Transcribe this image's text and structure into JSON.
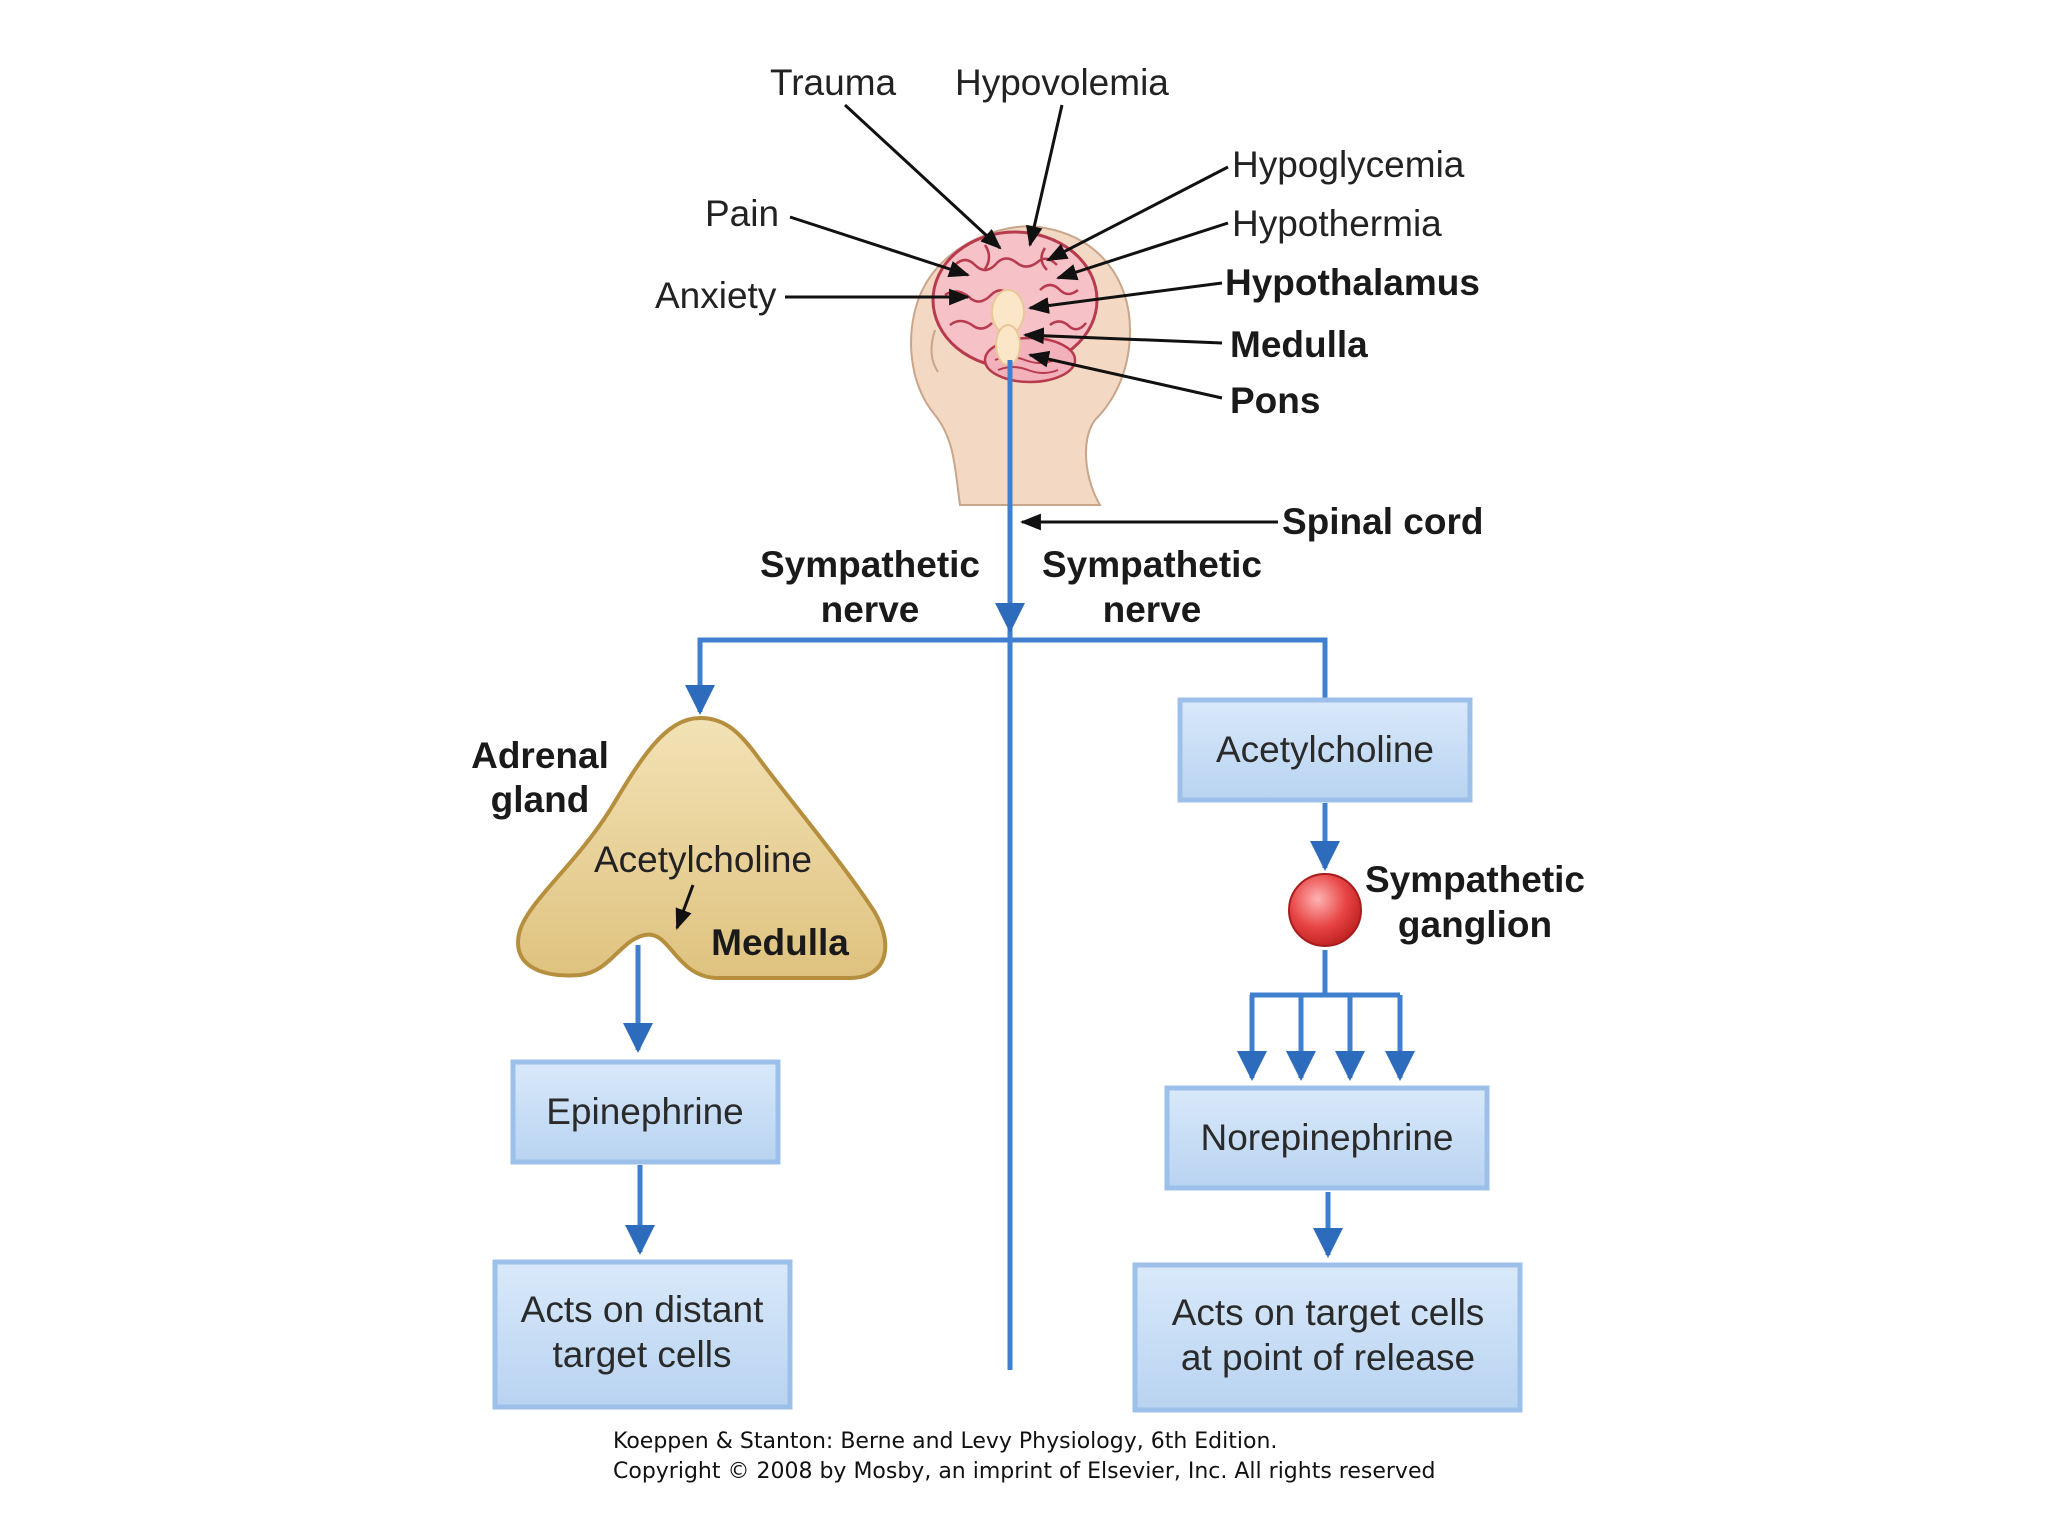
{
  "stimuli": {
    "trauma": "Trauma",
    "hypovolemia": "Hypovolemia",
    "hypoglycemia": "Hypoglycemia",
    "hypothermia": "Hypothermia",
    "pain": "Pain",
    "anxiety": "Anxiety"
  },
  "brain_regions": {
    "hypothalamus": "Hypothalamus",
    "medulla": "Medulla",
    "pons": "Pons",
    "spinal_cord": "Spinal cord"
  },
  "nerves": {
    "left_line1": "Sympathetic",
    "left_line2": "nerve",
    "right_line1": "Sympathetic",
    "right_line2": "nerve"
  },
  "adrenal": {
    "label_line1": "Adrenal",
    "label_line2": "gland",
    "acetylcholine": "Acetylcholine",
    "medulla": "Medulla"
  },
  "left_pathway": {
    "epinephrine": "Epinephrine",
    "acts_line1": "Acts on distant",
    "acts_line2": "target cells"
  },
  "right_pathway": {
    "acetylcholine": "Acetylcholine",
    "ganglion_line1": "Sympathetic",
    "ganglion_line2": "ganglion",
    "norepinephrine": "Norepinephrine",
    "acts_line1": "Acts on target cells",
    "acts_line2": "at point of release"
  },
  "caption": {
    "line1": "Koeppen & Stanton: Berne and Levy Physiology, 6th Edition.",
    "line2": "Copyright © 2008 by Mosby, an imprint of Elsevier, Inc. All rights reserved"
  },
  "colors": {
    "nerve_blue": "#3f7fcf",
    "box_fill": "#c9dff6",
    "gland_fill": "#e8d39a",
    "ganglion_red": "#e03a3a",
    "skin": "#f3d9c4"
  }
}
